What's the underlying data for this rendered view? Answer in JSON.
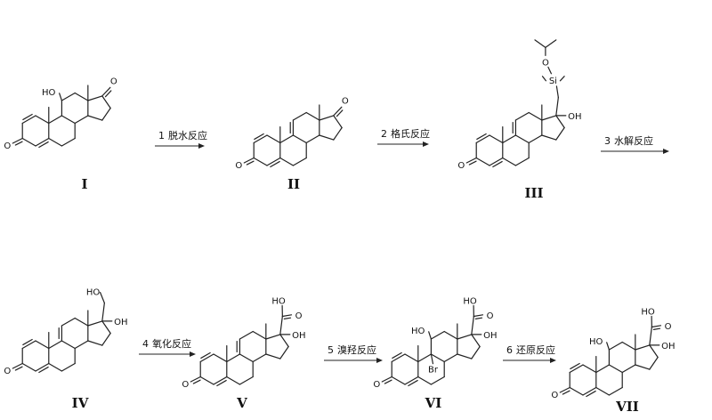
{
  "compounds": [
    {
      "label": "I",
      "atoms": {
        "c3": "O",
        "c11": "HO",
        "c17": "O"
      }
    },
    {
      "label": "II",
      "atoms": {
        "c3": "O",
        "c17": "O"
      }
    },
    {
      "label": "III",
      "atoms": {
        "c3": "O",
        "c17oh": "OH",
        "si": "Si",
        "o_ip": "O"
      }
    },
    {
      "label": "IV",
      "atoms": {
        "c3": "O",
        "c17oh": "OH",
        "ho": "HO"
      }
    },
    {
      "label": "V",
      "atoms": {
        "c3": "O",
        "c17oh": "OH",
        "acid_o": "O",
        "acid_ho": "HO"
      }
    },
    {
      "label": "VI",
      "atoms": {
        "c3": "O",
        "c11": "HO",
        "br": "Br",
        "c17oh": "OH",
        "acid_o": "O",
        "acid_ho": "HO"
      }
    },
    {
      "label": "VII",
      "atoms": {
        "c3": "O",
        "c11": "HO",
        "c17oh": "OH",
        "acid_o": "O",
        "acid_ho": "HO"
      }
    }
  ],
  "steps": [
    {
      "number": "1",
      "name": "脱水反应"
    },
    {
      "number": "2",
      "name": "格氏反应"
    },
    {
      "number": "3",
      "name": "水解反应"
    },
    {
      "number": "4",
      "name": "氧化反应"
    },
    {
      "number": "5",
      "name": "溴羟反应"
    },
    {
      "number": "6",
      "name": "还原反应"
    }
  ]
}
